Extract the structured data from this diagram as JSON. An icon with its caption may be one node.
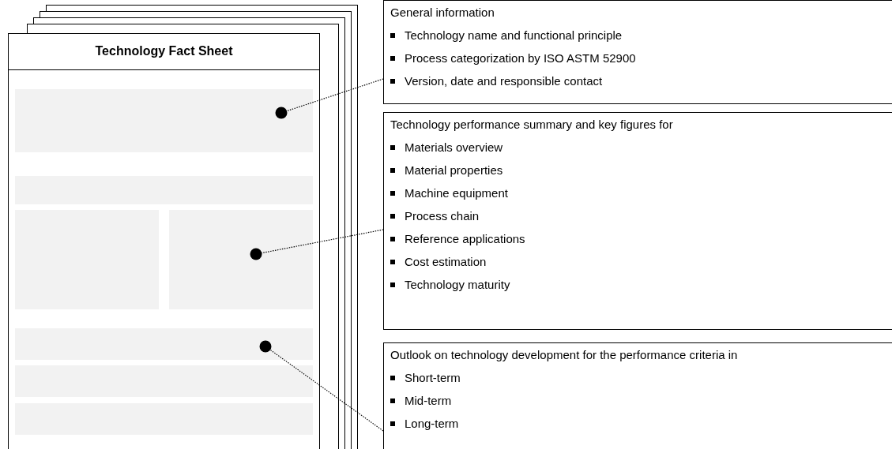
{
  "diagram": {
    "nodes": [
      {
        "text": [
          "Technology Fact Sheet"
        ]
      },
      {
        "text": [],
        "shape": "box",
        "in": 0
      },
      {
        "text": [],
        "shape": "box",
        "in": 0
      },
      {
        "text": [],
        "shape": "box",
        "in": 0
      },
      {
        "text": [],
        "shape": "box",
        "in": 0
      },
      {
        "text": [],
        "shape": "box",
        "in": 0
      },
      {
        "text": [],
        "shape": "box",
        "in": 0
      },
      {
        "text": [],
        "shape": "box",
        "in": 0
      },
      {
        "text": [
          "General information",
          "Technology name and functional principle",
          "Process categorization by ISO ASTM 52900",
          "Version, date and responsible contact"
        ]
      },
      {
        "text": [
          "Technology performance summary and key figures for",
          "Materials overview",
          "Material properties",
          "Machine equipment",
          "Process chain",
          "Reference applications",
          "Cost estimation",
          "Technology maturity"
        ]
      },
      {
        "text": [
          "Outlook on technology development for the performance criteria in",
          "Short-term",
          "Mid-term",
          "Long-term"
        ]
      }
    ],
    "edges": [
      {
        "from": 8,
        "to": 1,
        "arrow": "other",
        "style": "dashed"
      },
      {
        "from": 9,
        "to": 4,
        "arrow": "other",
        "style": "dashed"
      },
      {
        "from": 10,
        "to": 5,
        "arrow": "other",
        "style": "dashed"
      }
    ]
  }
}
